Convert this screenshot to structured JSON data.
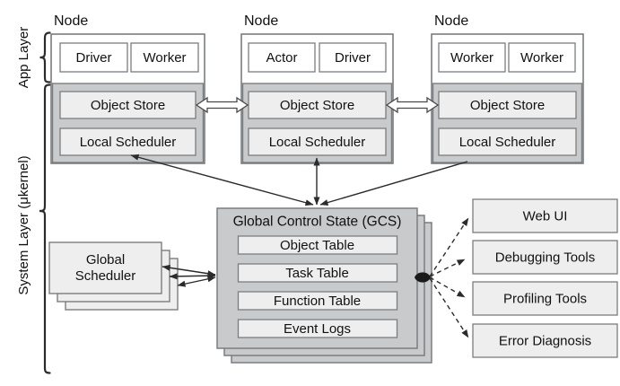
{
  "layers": {
    "app_label": "App Layer",
    "system_label": "System Layer (μkernel)"
  },
  "nodes": [
    {
      "title": "Node",
      "processes": [
        "Driver",
        "Worker"
      ],
      "services": [
        "Object Store",
        "Local Scheduler"
      ]
    },
    {
      "title": "Node",
      "processes": [
        "Actor",
        "Driver"
      ],
      "services": [
        "Object Store",
        "Local Scheduler"
      ]
    },
    {
      "title": "Node",
      "processes": [
        "Worker",
        "Worker"
      ],
      "services": [
        "Object Store",
        "Local Scheduler"
      ]
    }
  ],
  "gcs": {
    "title": "Global Control State (GCS)",
    "tables": [
      "Object Table",
      "Task Table",
      "Function Table",
      "Event Logs"
    ]
  },
  "global_scheduler": {
    "line1": "Global",
    "line2": "Scheduler"
  },
  "tools": [
    "Web UI",
    "Debugging Tools",
    "Profiling Tools",
    "Error Diagnosis"
  ],
  "colors": {
    "background": "#ffffff",
    "section_gray": "#c9cacb",
    "light_box": "#eeeeee",
    "border_gray": "#7a7d80",
    "arrow_dark": "#2b2b2b",
    "text": "#111111"
  }
}
